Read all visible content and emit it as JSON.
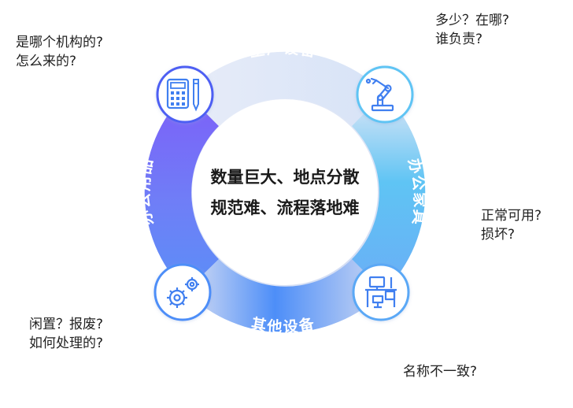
{
  "center": {
    "line1": "数量巨大、地点分散",
    "line2": "规范难、流程落地难"
  },
  "segments": {
    "top": "生产设备",
    "right": "办公家具",
    "bottom": "其他设备",
    "left": "办公用品"
  },
  "icons": {
    "top_right": "robot-arm-icon",
    "bottom_right": "office-desk-icon",
    "bottom_left": "gears-icon",
    "top_left": "calculator-pen-icon"
  },
  "questions": {
    "top_left": [
      "是哪个机构的?",
      "怎么来的?"
    ],
    "top_right": [
      "多少？在哪?",
      "谁负责?"
    ],
    "right": [
      "正常可用?",
      "损坏?"
    ],
    "bottom_left": [
      "闲置？报废?",
      "如何处理的?"
    ],
    "bottom": [
      "名称不一致?"
    ]
  },
  "colors": {
    "ring_purple": "#6e5cf6",
    "ring_blue": "#3d8ef8",
    "ring_cyan": "#4cc6f2",
    "ring_light": "#dbe4f6",
    "icon_stroke": "#3f7ff0",
    "center_text": "#1a1a1a"
  }
}
